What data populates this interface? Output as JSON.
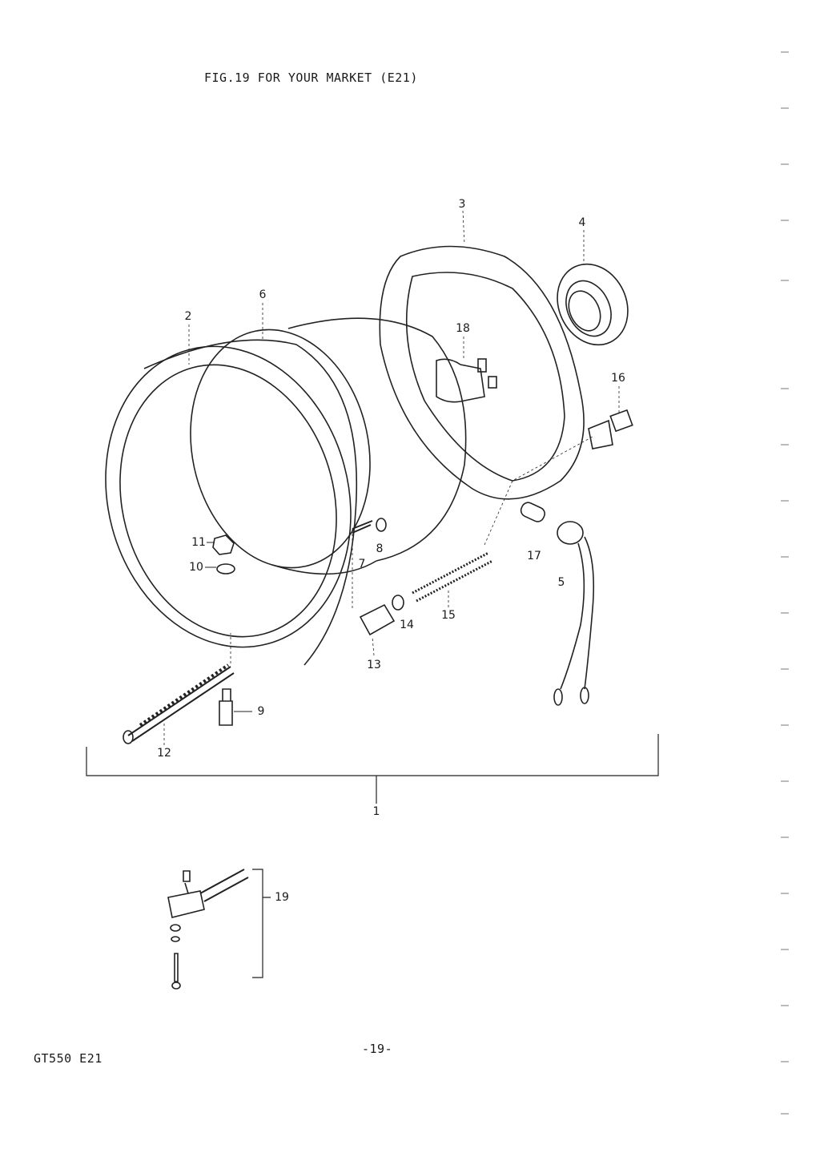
{
  "header": {
    "title": "FIG.19  FOR YOUR MARKET (E21)"
  },
  "footer": {
    "model": "GT550 E21",
    "page": "-19-"
  },
  "callouts": [
    "1",
    "2",
    "3",
    "4",
    "5",
    "6",
    "7",
    "8",
    "9",
    "10",
    "11",
    "12",
    "13",
    "14",
    "15",
    "16",
    "17",
    "18",
    "19"
  ]
}
